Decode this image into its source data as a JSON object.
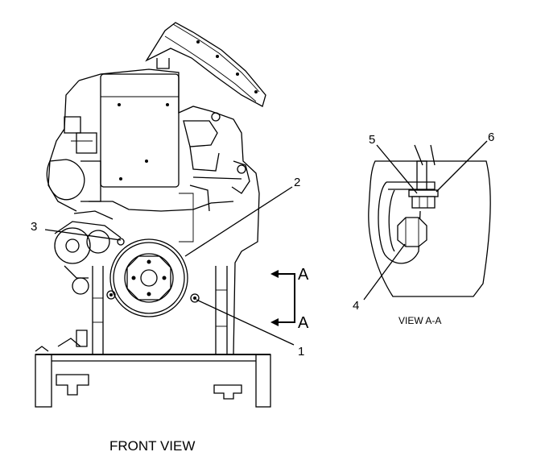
{
  "callouts": {
    "c1": "1",
    "c2": "2",
    "c3": "3",
    "c4": "4",
    "c5": "5",
    "c6": "6"
  },
  "section_marks": {
    "upper": "A",
    "lower": "A"
  },
  "captions": {
    "front_view": "FRONT VIEW",
    "view_aa": "VIEW A-A"
  }
}
